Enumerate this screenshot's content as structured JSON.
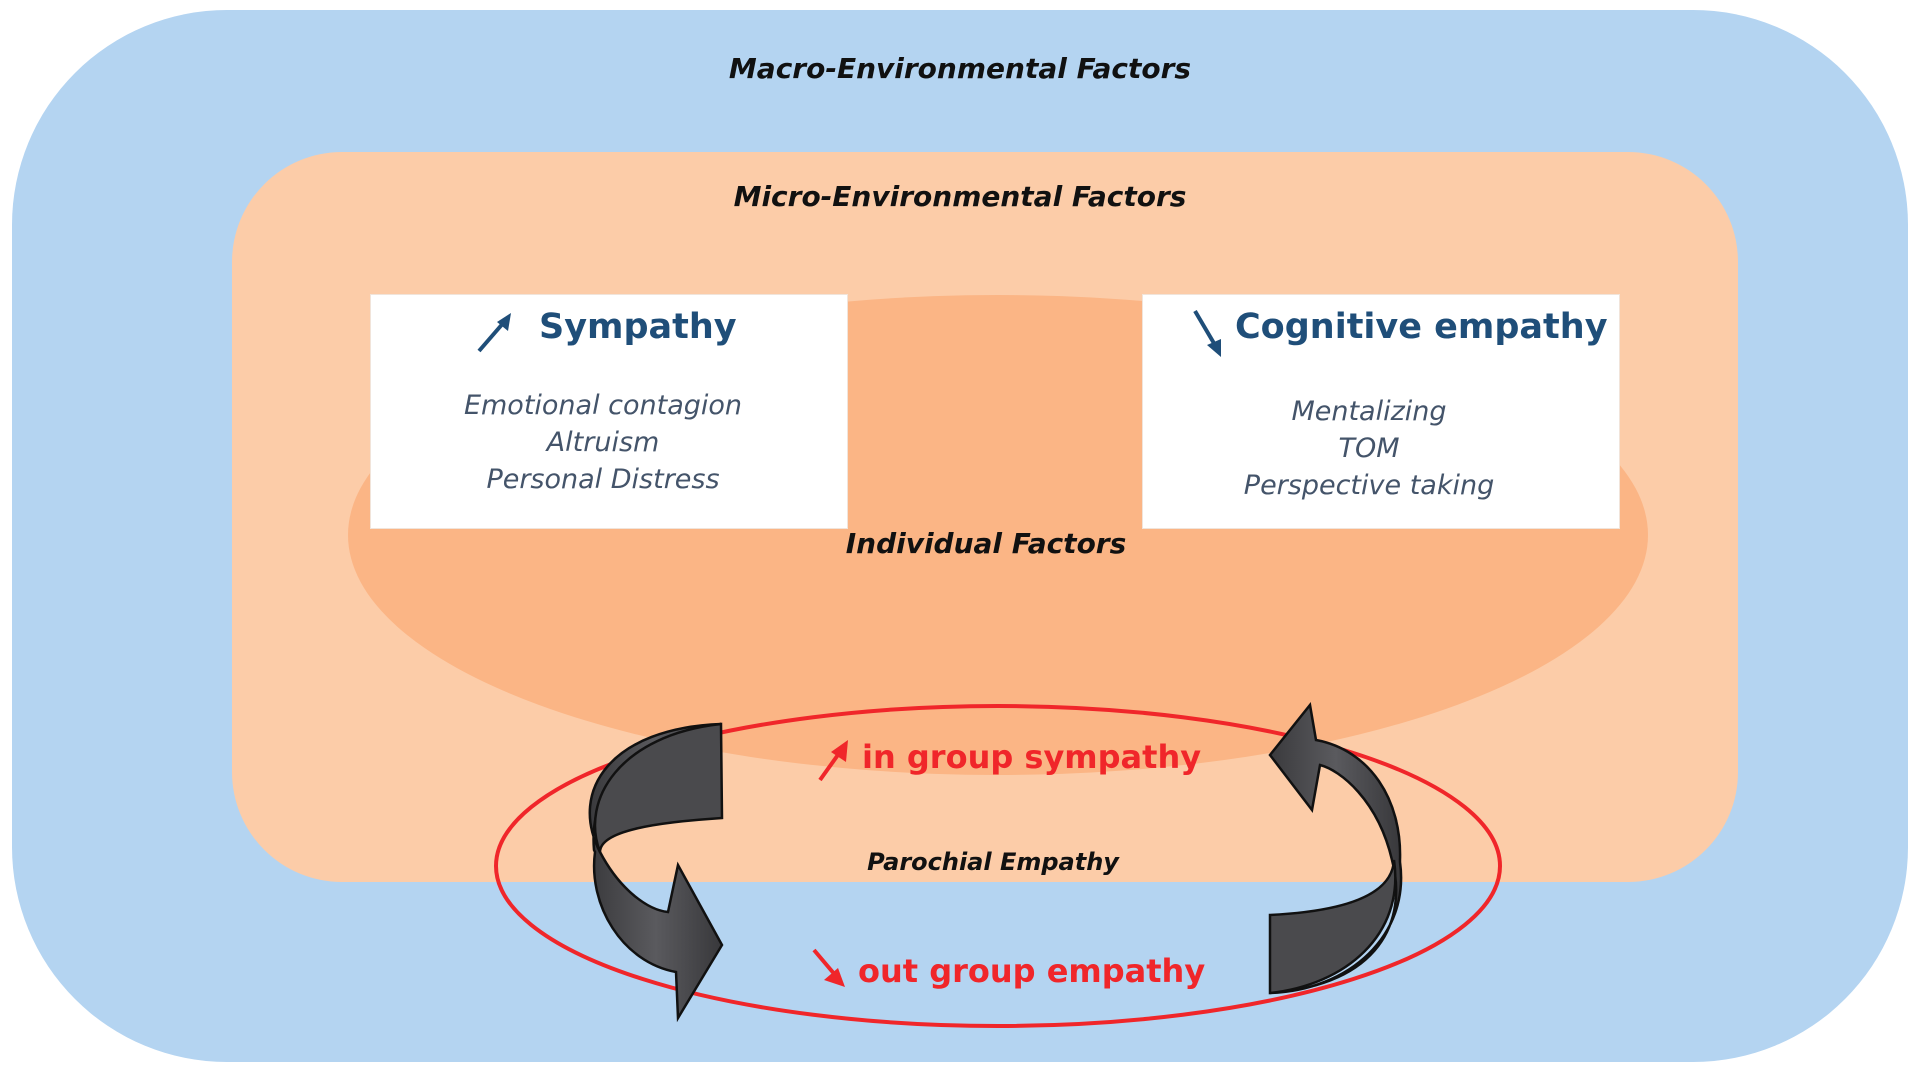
{
  "diagram": {
    "macro_title": "Macro-Environmental Factors",
    "micro_title": "Micro-Environmental Factors",
    "individual_title": "Individual Factors",
    "sympathy": {
      "heading": "Sympathy",
      "trend_icon": "arrow-up-right-icon",
      "items": [
        "Emotional contagion",
        "Altruism",
        "Personal Distress"
      ]
    },
    "cognitive": {
      "heading": "Cognitive empathy",
      "trend_icon": "arrow-down-right-icon",
      "items": [
        "Mentalizing",
        "TOM",
        "Perspective taking"
      ]
    },
    "parochial": {
      "title": "Parochial Empathy",
      "in_group": "in group sympathy",
      "out_group": "out group empathy"
    },
    "colors": {
      "macro": "#b4d4f1",
      "micro": "#fccca8",
      "individual": "#fbb585",
      "heading_text": "#1f4e79",
      "item_text": "#44546a",
      "parochial_red": "#f0262a",
      "cycle_arrows": "#4a4a4d"
    }
  }
}
